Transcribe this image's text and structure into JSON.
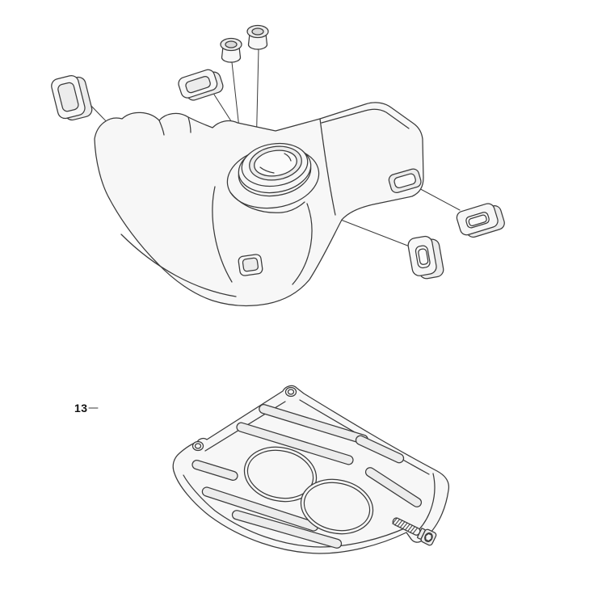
{
  "page": {
    "background_color": "#ffffff"
  },
  "diagram": {
    "kind": "exploded-parts-illustration",
    "callouts": [
      {
        "ref": "13",
        "label": "13"
      }
    ],
    "colors": {
      "line": "#3a3a3a",
      "fill_light": "#f7f7f7",
      "fill_mid": "#ececec",
      "fill_dark": "#d9d9d9",
      "label_text": "#111111"
    },
    "parts": [
      {
        "name": "breather-plug-left"
      },
      {
        "name": "breather-plug-right"
      },
      {
        "name": "grommet-left"
      },
      {
        "name": "grommet-top"
      },
      {
        "name": "fuel-tank-assembly"
      },
      {
        "name": "fuel-filler-neck"
      },
      {
        "name": "grommet-right"
      },
      {
        "name": "grommet-bottom"
      },
      {
        "name": "guard-plate"
      },
      {
        "name": "screw-bolt"
      }
    ]
  }
}
